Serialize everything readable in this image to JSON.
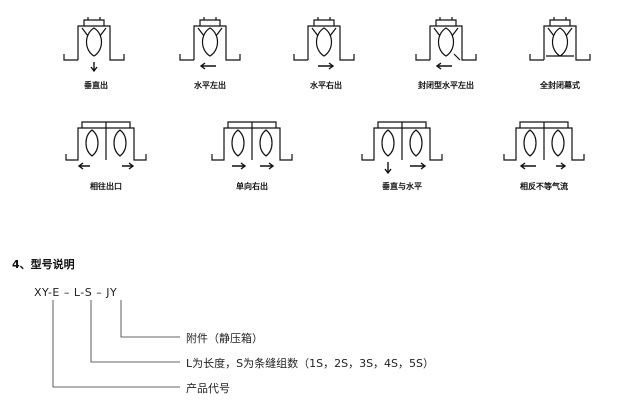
{
  "diagram_labels": [
    "垂直出",
    "水平左出",
    "水平右出",
    "封闭型水平左出",
    "全封闭幕式",
    "相往出口",
    "单向右出",
    "垂直与水平",
    "相反不等气流"
  ],
  "section": {
    "title": "4、型号说明",
    "model_code": "XY-E – L-S – JY",
    "explanations": [
      "附件（静压箱）",
      "L为长度，S为条缝组数（1S，2S，3S，4S，5S）",
      "产品代号"
    ]
  }
}
